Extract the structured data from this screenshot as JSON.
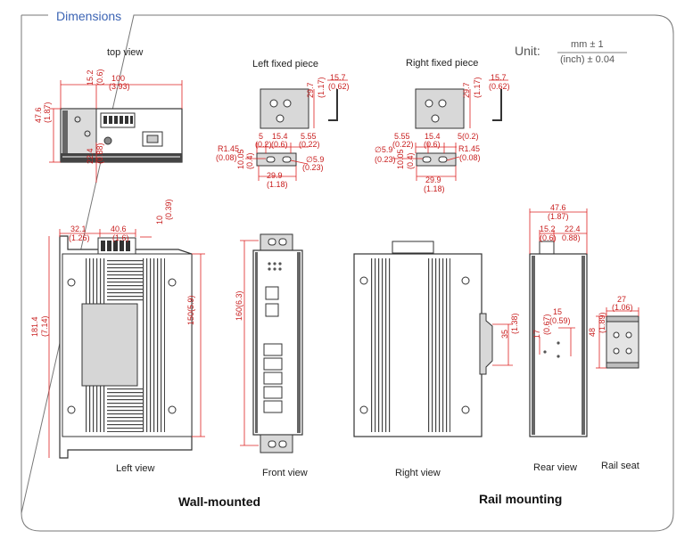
{
  "section_title": "Dimensions",
  "unit": {
    "label": "Unit:",
    "numerator": "mm ± 1",
    "denominator": "(inch) ± 0.04"
  },
  "captions": {
    "top_view": "top view",
    "left_fixed": "Left fixed piece",
    "right_fixed": "Right fixed piece",
    "left_view": "Left view",
    "front_view": "Front view",
    "right_view": "Right view",
    "rear_view": "Rear view",
    "rail_seat": "Rail seat",
    "wall_mounted": "Wall-mounted",
    "rail_mounting": "Rail mounting"
  },
  "dims": {
    "top": {
      "w": "100",
      "wi": "(3.93)",
      "a": "15.2",
      "ai": "(0.6)",
      "h": "47.6",
      "hi": "(1.87)",
      "b": "22.4",
      "bi": "(0.88)"
    },
    "lf": {
      "t": "15.7",
      "ti": "(0.62)",
      "h": "29.7",
      "hi": "(1.17)",
      "a": "5",
      "ai": "(0.2)",
      "b": "15.4",
      "bi": "(0.6)",
      "c": "5.55",
      "ci": "(0.22)",
      "r": "R1.45",
      "ri": "(0.08)",
      "d": "∅5.9",
      "di": "(0.23)",
      "e": "10.05",
      "ei": "(0.4)",
      "w": "29.9",
      "wi": "(1.18)"
    },
    "rf": {
      "t": "15.7",
      "ti": "(0.62)",
      "h": "29.7",
      "hi": "(1.17)",
      "c": "5.55",
      "ci": "(0.22)",
      "b": "15.4",
      "bi": "(0.6)",
      "a": "5(0.2)",
      "d": "∅5.9",
      "di": "(0.23)",
      "r": "R1.45",
      "ri": "(0.08)",
      "e": "10.05",
      "ei": "(0.4)",
      "w": "29.9",
      "wi": "(1.18)"
    },
    "left": {
      "a": "32.1",
      "ai": "(1.26)",
      "b": "40.6",
      "bi": "(1.6)",
      "c": "10",
      "ci": "(0.39)",
      "h": "181.4",
      "hi": "(7.14)",
      "h2": "150(5.9)"
    },
    "front": {
      "h": "160(6.3)"
    },
    "right": {
      "rail": "35",
      "raili": "(1.38)"
    },
    "rear": {
      "w": "47.6",
      "wi": "(1.87)",
      "a": "15.2",
      "ai": "(0.6)",
      "b": "22.4",
      "bi": "0.88)",
      "c": "15",
      "ci": "(0.59)",
      "d": "17",
      "di": "(0.67)"
    },
    "seat": {
      "w": "27",
      "wi": "(1.06)",
      "h": "48",
      "hi": "(1.89)"
    }
  }
}
